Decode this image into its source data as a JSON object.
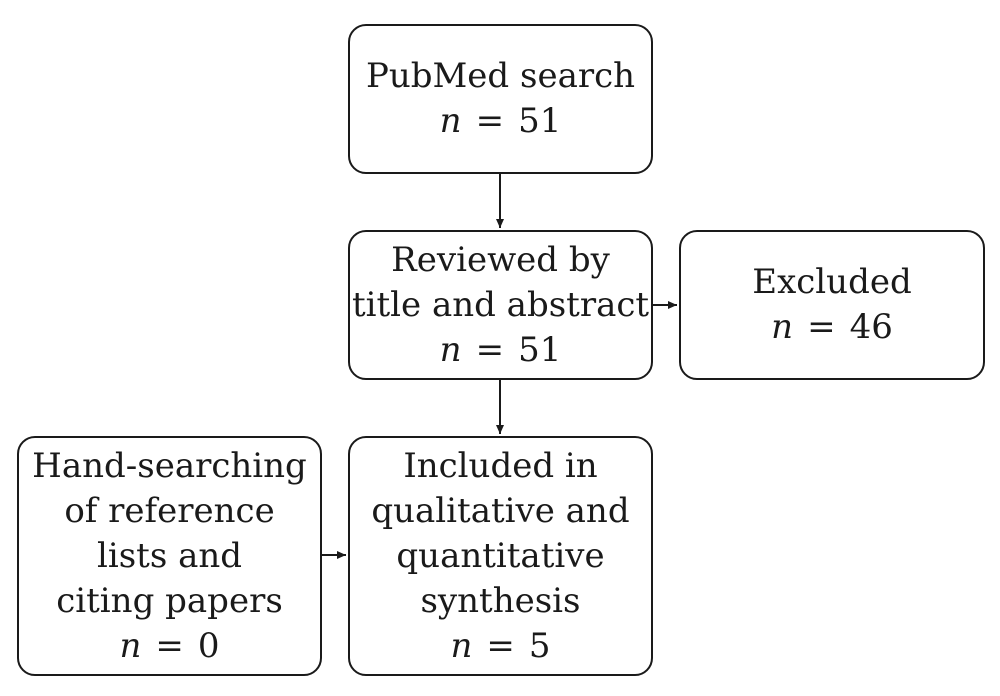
{
  "diagram": {
    "nodes": [
      {
        "id": "pubmed",
        "lines": [
          "PubMed search"
        ],
        "n": "51"
      },
      {
        "id": "reviewed",
        "lines": [
          "Reviewed by",
          "title and abstract"
        ],
        "n": "51"
      },
      {
        "id": "excluded",
        "lines": [
          "Excluded"
        ],
        "n": "46"
      },
      {
        "id": "handsearch",
        "lines": [
          "Hand-searching",
          "of reference",
          "lists and",
          "citing papers"
        ],
        "n": "0"
      },
      {
        "id": "included",
        "lines": [
          "Included in",
          "qualitative and",
          "quantitative",
          "synthesis"
        ],
        "n": "5"
      }
    ],
    "count_label": "n",
    "count_equals": "=",
    "edges": [
      {
        "from": "pubmed",
        "to": "reviewed"
      },
      {
        "from": "reviewed",
        "to": "excluded"
      },
      {
        "from": "reviewed",
        "to": "included"
      },
      {
        "from": "handsearch",
        "to": "included"
      }
    ],
    "stroke_color": "#1a1a1a"
  }
}
